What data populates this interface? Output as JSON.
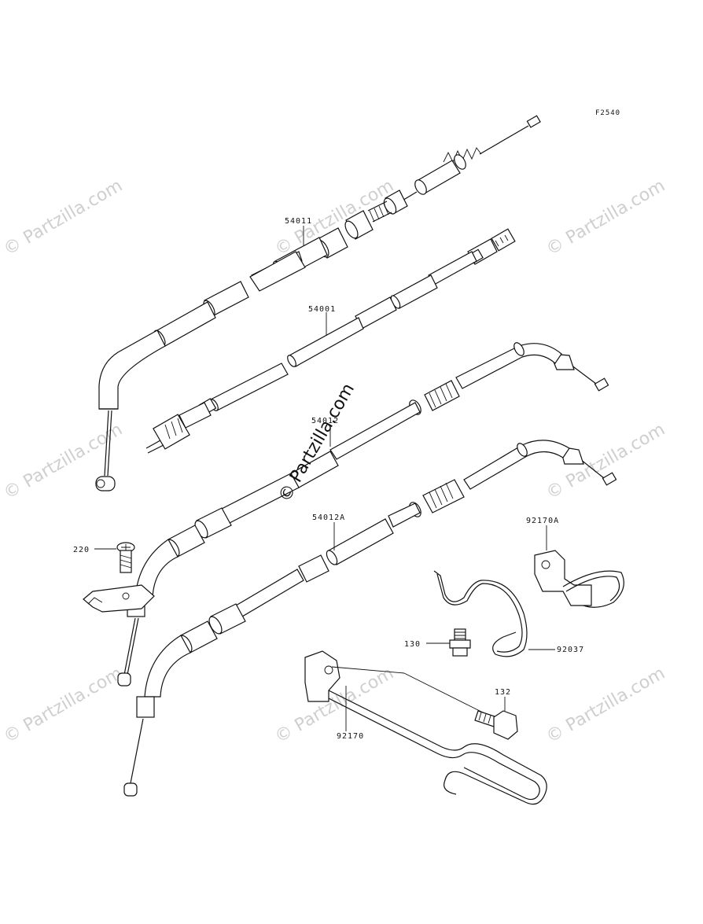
{
  "figure_code": "F2540",
  "watermark_text": "© Partzilla.com",
  "center_watermark_text": "© Partzilla.com",
  "parts": [
    {
      "id": "54011",
      "label": "54011"
    },
    {
      "id": "54001",
      "label": "54001"
    },
    {
      "id": "54012",
      "label": "54012"
    },
    {
      "id": "54012A",
      "label": "54012A"
    },
    {
      "id": "220",
      "label": "220"
    },
    {
      "id": "92170A",
      "label": "92170A"
    },
    {
      "id": "130",
      "label": "130"
    },
    {
      "id": "92037",
      "label": "92037"
    },
    {
      "id": "132",
      "label": "132"
    },
    {
      "id": "92170",
      "label": "92170"
    }
  ]
}
